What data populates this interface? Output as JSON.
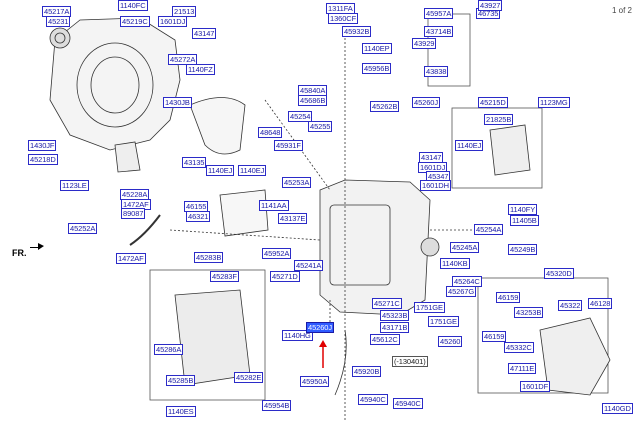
{
  "page_indicator": "1 of 2",
  "fr_label": "FR.",
  "highlight_color": "#2f5bff",
  "label_color": "#1a1aa6",
  "callouts": [
    {
      "id": "45217A",
      "text": "45217A"
    },
    {
      "id": "45231",
      "text": "45231"
    },
    {
      "id": "1140FC",
      "text": "1140FC"
    },
    {
      "id": "21513",
      "text": "21513"
    },
    {
      "id": "45219C",
      "text": "45219C"
    },
    {
      "id": "1601DJ_a",
      "text": "1601DJ"
    },
    {
      "id": "43147_a",
      "text": "43147"
    },
    {
      "id": "1311FA",
      "text": "1311FA"
    },
    {
      "id": "1360CF",
      "text": "1360CF"
    },
    {
      "id": "45932B",
      "text": "45932B"
    },
    {
      "id": "45957A",
      "text": "45957A"
    },
    {
      "id": "46735",
      "text": "46735"
    },
    {
      "id": "43927",
      "text": "43927"
    },
    {
      "id": "43714B",
      "text": "43714B"
    },
    {
      "id": "43929",
      "text": "43929"
    },
    {
      "id": "1140EP",
      "text": "1140EP"
    },
    {
      "id": "45956B",
      "text": "45956B"
    },
    {
      "id": "43838",
      "text": "43838"
    },
    {
      "id": "45272A",
      "text": "45272A"
    },
    {
      "id": "1140FZ",
      "text": "1140FZ"
    },
    {
      "id": "1430JB",
      "text": "1430JB"
    },
    {
      "id": "45840A",
      "text": "45840A"
    },
    {
      "id": "45686B",
      "text": "45686B"
    },
    {
      "id": "45262B",
      "text": "45262B"
    },
    {
      "id": "45260J",
      "text": "45260J"
    },
    {
      "id": "45215D",
      "text": "45215D"
    },
    {
      "id": "1123MG",
      "text": "1123MG"
    },
    {
      "id": "45254",
      "text": "45254"
    },
    {
      "id": "45255",
      "text": "45255"
    },
    {
      "id": "21825B",
      "text": "21825B"
    },
    {
      "id": "1430JF",
      "text": "1430JF"
    },
    {
      "id": "48648",
      "text": "48648"
    },
    {
      "id": "45931F",
      "text": "45931F"
    },
    {
      "id": "45218D",
      "text": "45218D"
    },
    {
      "id": "43135",
      "text": "43135"
    },
    {
      "id": "1140EJ_a",
      "text": "1140EJ"
    },
    {
      "id": "1140EJ_b",
      "text": "1140EJ"
    },
    {
      "id": "1140EJ_c",
      "text": "1140EJ"
    },
    {
      "id": "43147_b",
      "text": "43147"
    },
    {
      "id": "1601DJ_b",
      "text": "1601DJ"
    },
    {
      "id": "45347",
      "text": "45347"
    },
    {
      "id": "1601DH",
      "text": "1601DH"
    },
    {
      "id": "45253A",
      "text": "45253A"
    },
    {
      "id": "1123LE",
      "text": "1123LE"
    },
    {
      "id": "45228A",
      "text": "45228A"
    },
    {
      "id": "1472AF_a",
      "text": "1472AF"
    },
    {
      "id": "89087",
      "text": "89087"
    },
    {
      "id": "46155",
      "text": "46155"
    },
    {
      "id": "1141AA",
      "text": "1141AA"
    },
    {
      "id": "46321",
      "text": "46321"
    },
    {
      "id": "43137E",
      "text": "43137E"
    },
    {
      "id": "1140FY",
      "text": "1140FY"
    },
    {
      "id": "11405B",
      "text": "11405B"
    },
    {
      "id": "45252A",
      "text": "45252A"
    },
    {
      "id": "45254A",
      "text": "45254A"
    },
    {
      "id": "45283B",
      "text": "45283B"
    },
    {
      "id": "45245A",
      "text": "45245A"
    },
    {
      "id": "45249B",
      "text": "45249B"
    },
    {
      "id": "45952A",
      "text": "45952A"
    },
    {
      "id": "1472AF_b",
      "text": "1472AF"
    },
    {
      "id": "45241A",
      "text": "45241A"
    },
    {
      "id": "1140KB",
      "text": "1140KB"
    },
    {
      "id": "45320D",
      "text": "45320D"
    },
    {
      "id": "45283F",
      "text": "45283F"
    },
    {
      "id": "45271D",
      "text": "45271D"
    },
    {
      "id": "45264C",
      "text": "45264C"
    },
    {
      "id": "45267G",
      "text": "45267G"
    },
    {
      "id": "46159_a",
      "text": "46159"
    },
    {
      "id": "45322",
      "text": "45322"
    },
    {
      "id": "46128",
      "text": "46128"
    },
    {
      "id": "45271C",
      "text": "45271C"
    },
    {
      "id": "1751GE_a",
      "text": "1751GE"
    },
    {
      "id": "43253B",
      "text": "43253B"
    },
    {
      "id": "45323B",
      "text": "45323B"
    },
    {
      "id": "1751GE_b",
      "text": "1751GE"
    },
    {
      "id": "45286A",
      "text": "45286A"
    },
    {
      "id": "45282E",
      "text": "45282E"
    },
    {
      "id": "45285B",
      "text": "45285B"
    },
    {
      "id": "1140HG",
      "text": "1140HG"
    },
    {
      "id": "highlighted",
      "text": "45260J"
    },
    {
      "id": "43171B",
      "text": "43171B"
    },
    {
      "id": "46159_b",
      "text": "46159"
    },
    {
      "id": "45612C",
      "text": "45612C"
    },
    {
      "id": "45260",
      "text": "45260"
    },
    {
      "id": "45332C",
      "text": "45332C"
    },
    {
      "id": "130401",
      "text": "(-130401)"
    },
    {
      "id": "45920B",
      "text": "45920B"
    },
    {
      "id": "47111E",
      "text": "47111E"
    },
    {
      "id": "45950A",
      "text": "45950A"
    },
    {
      "id": "1601DF",
      "text": "1601DF"
    },
    {
      "id": "45940C_a",
      "text": "45940C"
    },
    {
      "id": "45940C_b",
      "text": "45940C"
    },
    {
      "id": "45954B",
      "text": "45954B"
    },
    {
      "id": "1140ES",
      "text": "1140ES"
    },
    {
      "id": "1140GD",
      "text": "1140GD"
    }
  ]
}
